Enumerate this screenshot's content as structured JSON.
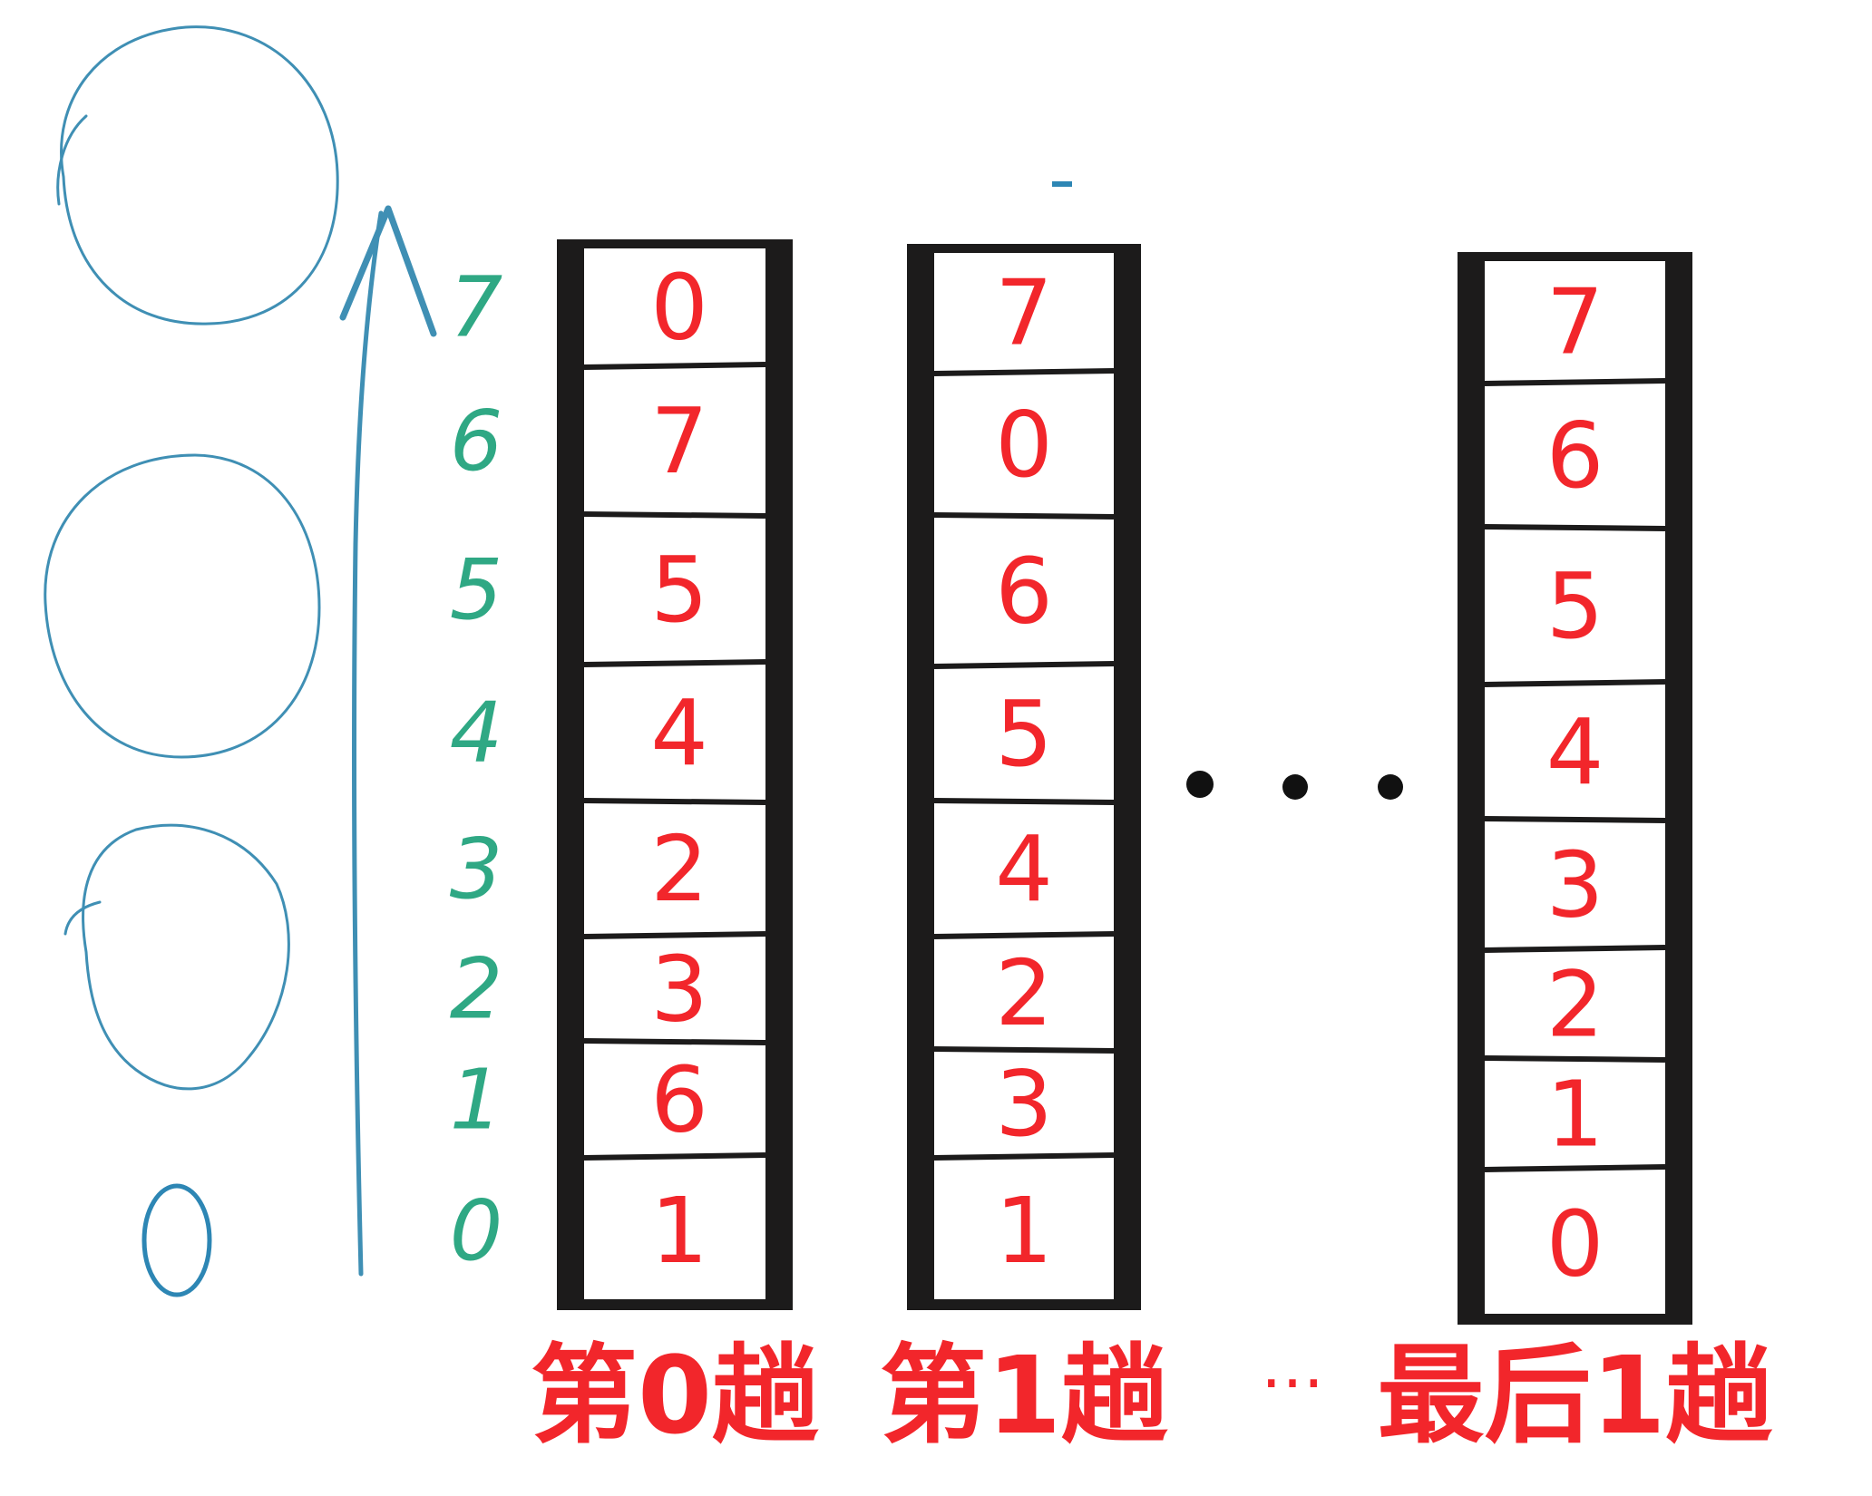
{
  "index_labels": [
    "7",
    "6",
    "5",
    "4",
    "3",
    "2",
    "1",
    "0"
  ],
  "columns": [
    {
      "values": [
        "0",
        "7",
        "5",
        "4",
        "2",
        "3",
        "6",
        "1"
      ],
      "caption": "第0趟"
    },
    {
      "values": [
        "7",
        "0",
        "6",
        "5",
        "4",
        "2",
        "3",
        "1"
      ],
      "caption": "第1趟"
    },
    {
      "values": [
        "7",
        "6",
        "5",
        "4",
        "3",
        "2",
        "1",
        "0"
      ],
      "caption": "最后1趟"
    }
  ],
  "ellipsis": "...",
  "caption_ellipsis": "…",
  "bottom_zero": "0",
  "colors": {
    "index_green": "#2fa884",
    "value_red": "#f2262b",
    "sketch_blue": "#3f8fb4",
    "frame_black": "#1c1b1b"
  }
}
